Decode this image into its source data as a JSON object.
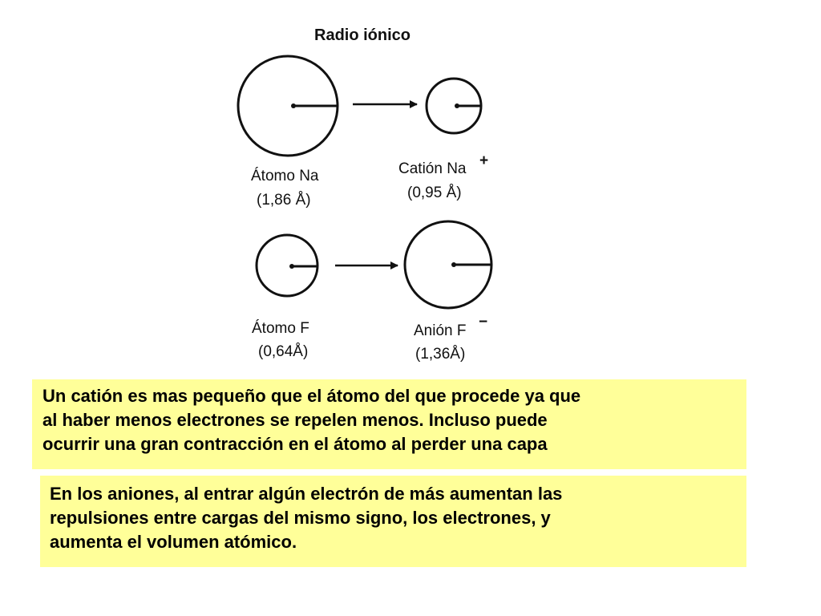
{
  "diagram": {
    "title": "Radio iónico",
    "sodium_atom": {
      "name": "Átomo Na",
      "radius": "(1,86 Å)"
    },
    "sodium_cation": {
      "name": "Catión Na",
      "charge": "+",
      "radius": "(0,95 Å)"
    },
    "fluorine_atom": {
      "name": "Átomo F",
      "radius": "(0,64Å)"
    },
    "fluoride_anion": {
      "name": "Anión F",
      "charge": "−",
      "radius": "(1,36Å)"
    }
  },
  "notes": {
    "cation": "Un catión es mas pequeño que el átomo del que procede ya que\nal haber menos electrones se repelen menos. Incluso puede\nocurrir una gran contracción en el átomo al perder una capa",
    "anion": "En los aniones, al entrar algún electrón de más aumentan las\nrepulsiones entre cargas del mismo signo, los electrones, y\naumenta el volumen atómico."
  }
}
